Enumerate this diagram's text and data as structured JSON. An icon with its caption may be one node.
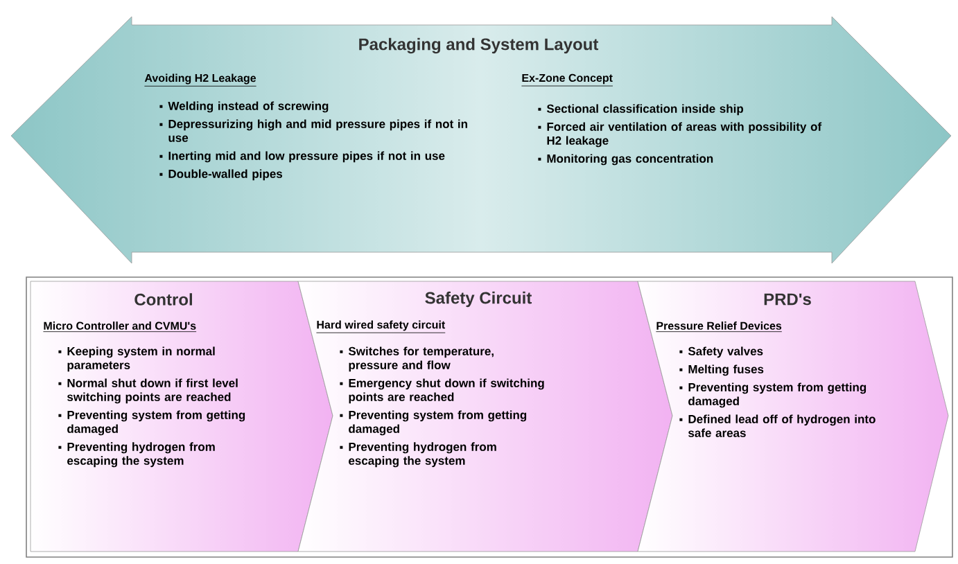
{
  "diagram": {
    "nodes": [
      {
        "text": [
          "Packaging and System Layout",
          "Avoiding H2 Leakage",
          "Welding instead of screwing",
          "Depressurizing high and mid pressure pipes if not in use",
          "Inerting mid and low pressure pipes if not in use",
          "Double-walled pipes",
          "Ex-Zone Concept",
          "Sectional classification inside ship",
          "Forced air ventilation of areas with possibility of H2 leakage",
          "Monitoring gas concentration"
        ]
      },
      {
        "text": [],
        "shape": "box"
      },
      {
        "text": [
          "Control",
          "Micro Controller and CVMU's",
          "Keeping system in normal parameters",
          "Normal shut down if first level switching points are reached",
          "Preventing system from getting damaged",
          "Preventing hydrogen from escaping the system"
        ],
        "in": 1
      },
      {
        "text": [
          "Safety Circuit",
          "Hard wired safety circuit",
          "Switches for temperature, pressure and flow",
          "Emergency shut down if switching points are reached",
          "Preventing system from getting damaged",
          "Preventing hydrogen from escaping the system"
        ],
        "in": 1
      },
      {
        "text": [
          "PRD's",
          "Pressure Relief Devices",
          "Safety valves",
          "Melting fuses",
          "Preventing system from getting damaged",
          "Defined lead off of hydrogen into safe areas"
        ],
        "in": 1
      }
    ]
  }
}
